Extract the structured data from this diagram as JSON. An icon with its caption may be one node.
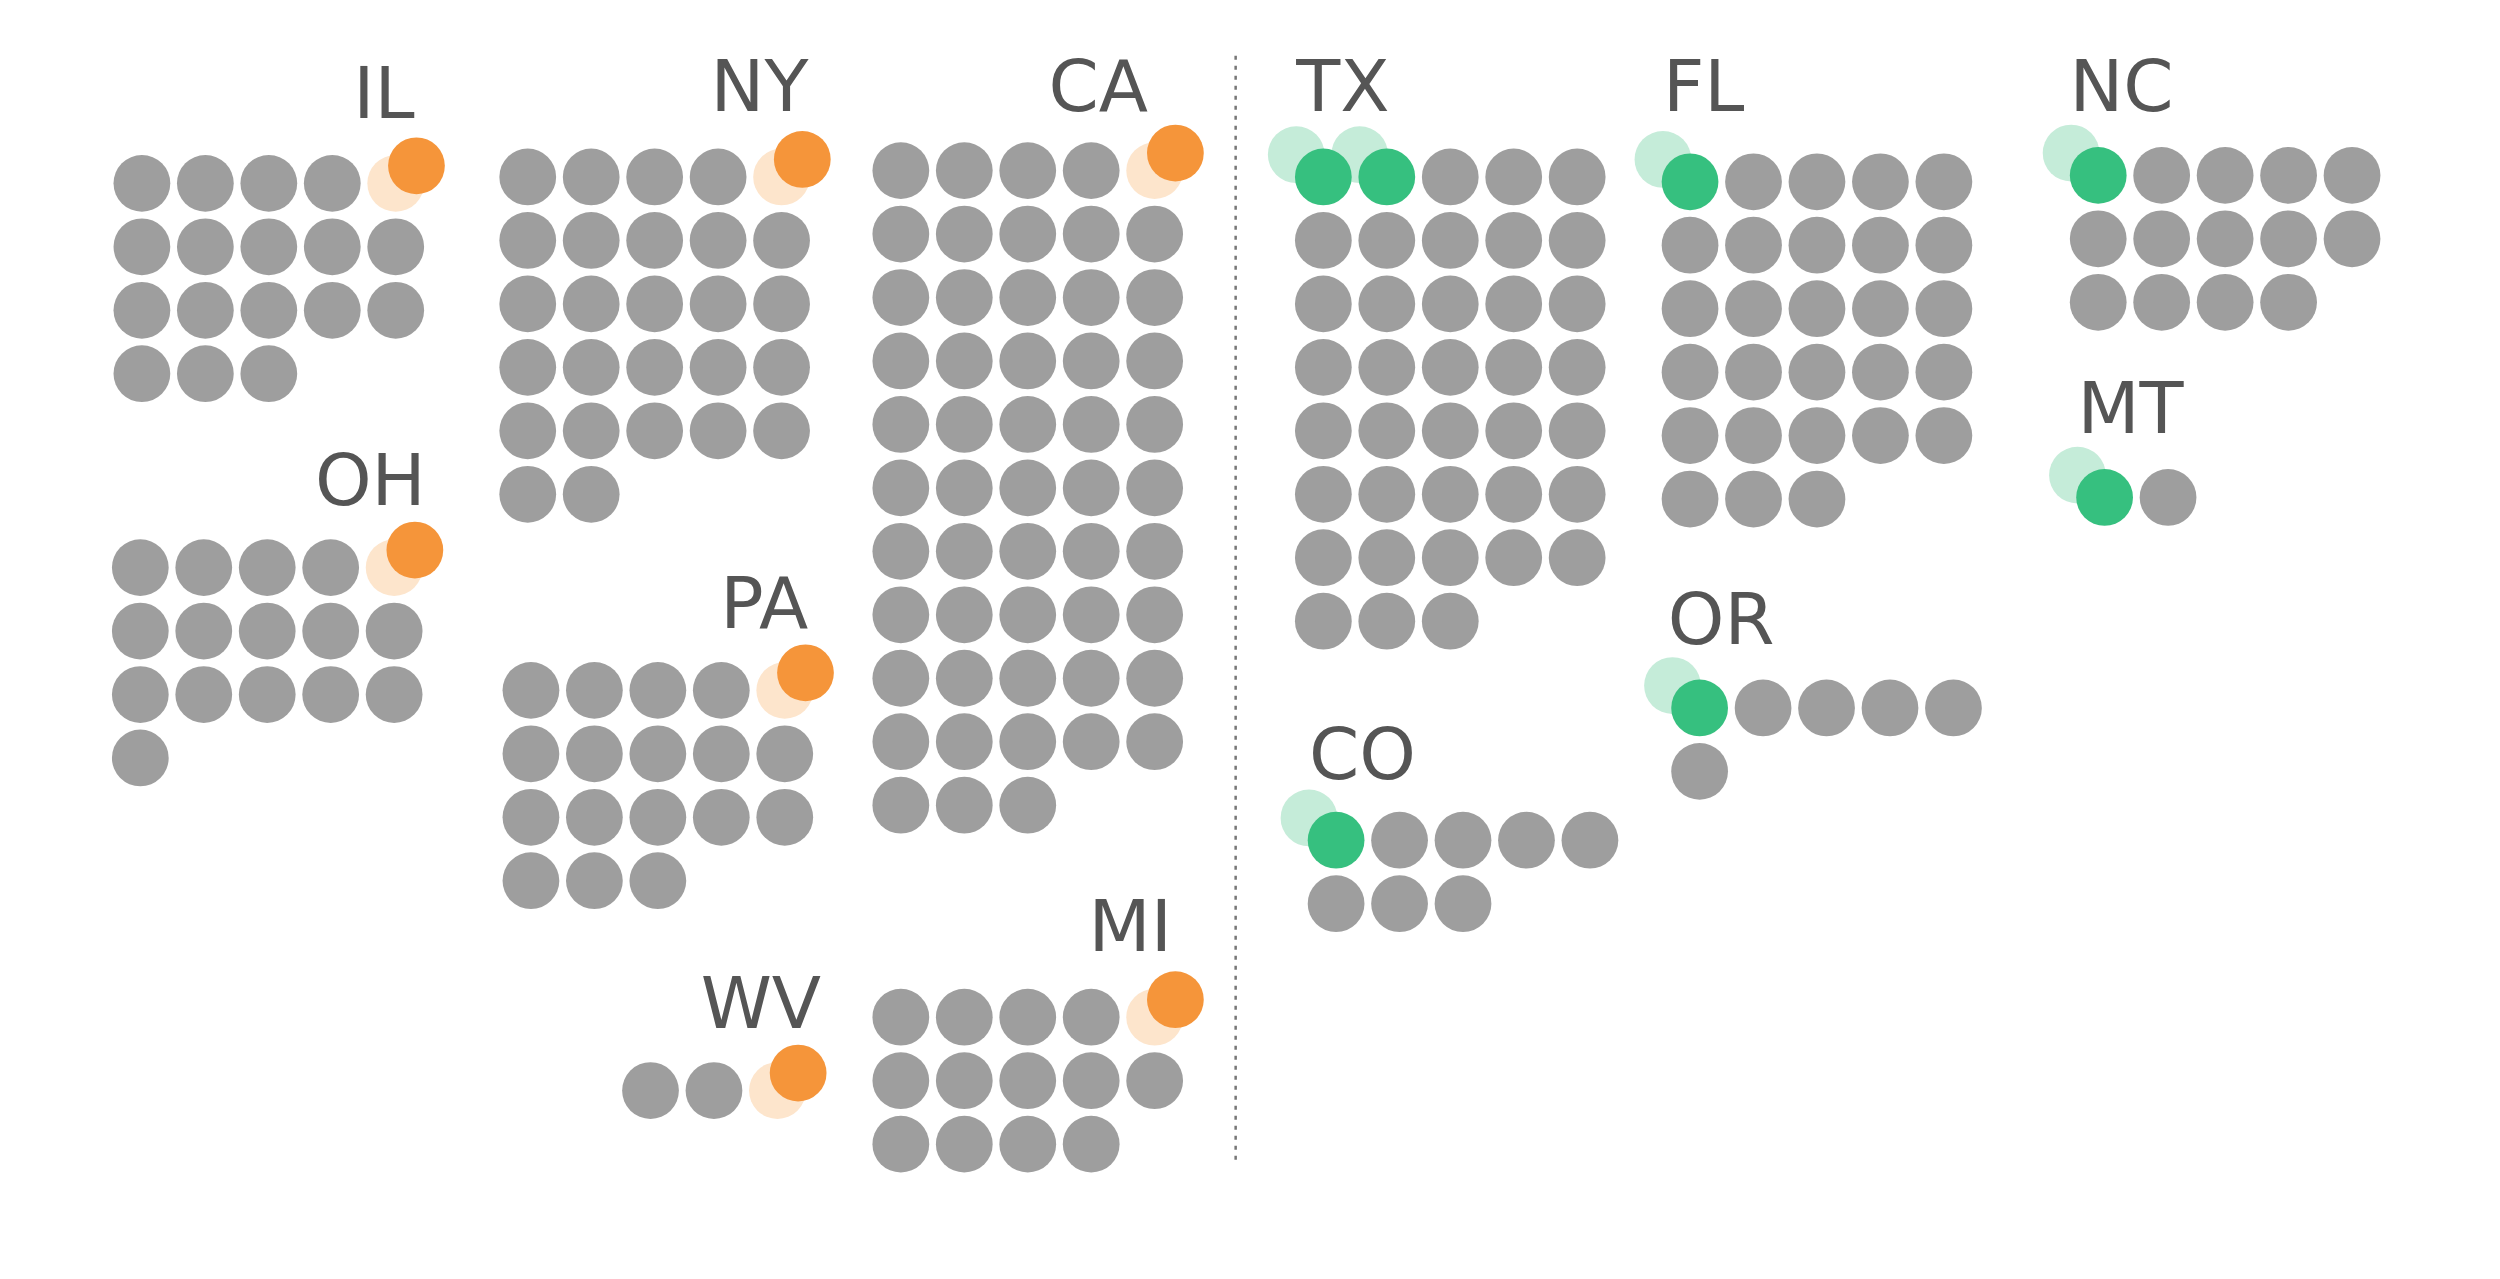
{
  "diagram": {
    "labels": [
      "IL",
      "NY",
      "CA",
      "TX",
      "FL",
      "NC",
      "MT",
      "OH",
      "PA",
      "OR",
      "CO",
      "MI",
      "WV"
    ]
  }
}
